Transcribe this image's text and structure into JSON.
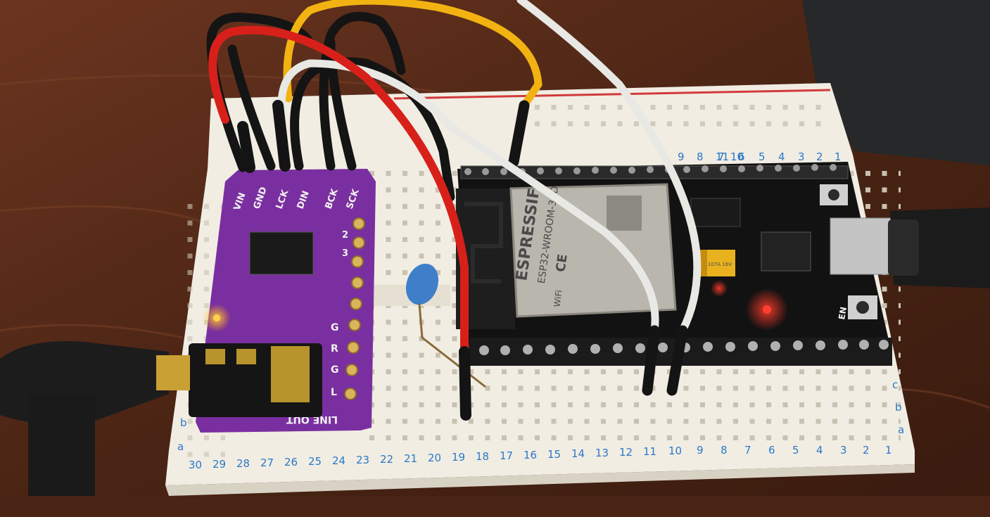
{
  "breadboard": {
    "bottom_numbers": [
      "30",
      "29",
      "28",
      "27",
      "26",
      "25",
      "24",
      "23",
      "22",
      "21",
      "20",
      "19",
      "18",
      "17",
      "16",
      "15",
      "14",
      "13",
      "12",
      "11",
      "10",
      "9",
      "8",
      "7",
      "6",
      "5",
      "4",
      "3",
      "2",
      "1"
    ],
    "top_numbers": [
      "11",
      "10",
      "9",
      "8",
      "7",
      "6",
      "5",
      "4",
      "3",
      "2",
      "1"
    ],
    "row_letters_right": [
      "c",
      "b",
      "a"
    ],
    "row_letters_left": [
      "b",
      "a"
    ]
  },
  "dac_board": {
    "top_labels": [
      "VIN",
      "GND",
      "LCK",
      "DIN",
      "BCK",
      "SCK"
    ],
    "pin_labels": [
      "2",
      "3"
    ],
    "side_labels": [
      "G",
      "R",
      "G",
      "L"
    ],
    "bottom_label": "LINE OUT"
  },
  "esp32": {
    "module_brand": "ESPRESSIF",
    "module_model": "ESP32-WROOM-32D",
    "module_marks": [
      "CE",
      "WiFi"
    ],
    "button_label": "EN",
    "cap_label": "107A 16V"
  },
  "colors": {
    "wire_red": "#d8201a",
    "wire_black": "#141414",
    "wire_white": "#e8e8e4",
    "wire_yellow": "#f2b312",
    "board_purple": "#7a2fa0",
    "breadboard": "#f1ede3",
    "label_blue": "#2b78c8",
    "table_wood": "#5a2d1a"
  }
}
